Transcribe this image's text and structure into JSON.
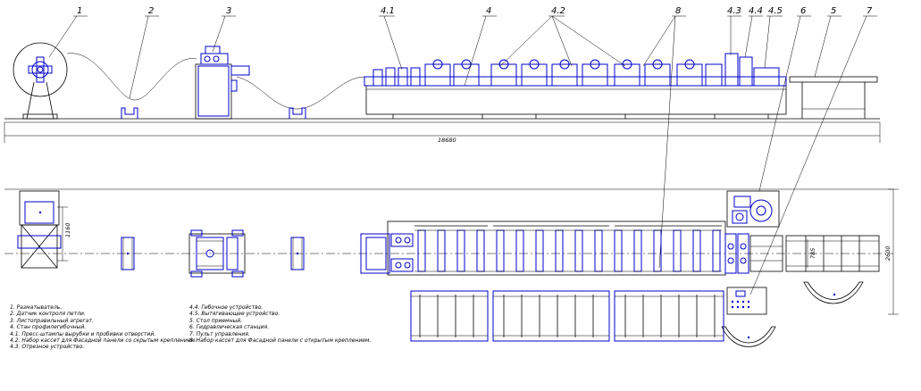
{
  "callouts": [
    "1",
    "2",
    "3",
    "4.1",
    "4",
    "4.2",
    "8",
    "4.3",
    "4.4",
    "4.5",
    "6",
    "5",
    "7"
  ],
  "dimensions": {
    "overall_length": "18680",
    "left_height": "1160",
    "right_width": "2600",
    "inner_width": "785"
  },
  "legend": {
    "left": [
      "1. Разматыватель.",
      "2. Датчик контроля петли.",
      "3. Листоправильный агрегат.",
      "4. Стан профилегибочный.",
      "4.1. Пресс-штампы вырубки и пробивки отверстий.",
      "4.2. Набор кассет для Фасадной панели со скрытым креплением.",
      "4.3. Отрезное устройство."
    ],
    "right": [
      "4.4. Гибочное устройство.",
      "4.5. Вытягивающее устройство.",
      "5. Стол приемный.",
      "6. Гидравлическая станция.",
      "7. Пульт управления.",
      "8. Набор кассет для Фасадной панели с открытым креплением."
    ]
  }
}
